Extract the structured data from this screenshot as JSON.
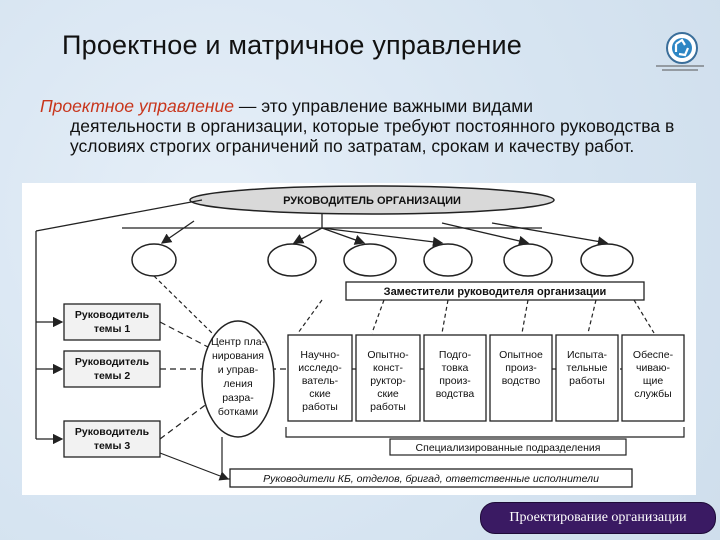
{
  "title": "Проектное и матричное управление",
  "definition": {
    "term": "Проектное управление",
    "dash_text": " — это управление важными видами",
    "continuation": "деятельности в организации, которые требуют постоянного руководства в условиях строгих ограничений по затратам, срокам и качеству работ."
  },
  "diagram": {
    "head": "РУКОВОДИТЕЛЬ ОРГАНИЗАЦИИ",
    "deputies": "Заместители руководителя организации",
    "topic_leaders": [
      [
        "Руководитель",
        "темы 1"
      ],
      [
        "Руководитель",
        "темы 2"
      ],
      [
        "Руководитель",
        "темы 3"
      ]
    ],
    "center": [
      "Центр пла-",
      "нирования",
      "и управ-",
      "ления",
      "разра-",
      "ботками"
    ],
    "units": [
      [
        "Научно-",
        "исследо-",
        "ватель-",
        "ские",
        "работы"
      ],
      [
        "Опытно-",
        "конст-",
        "руктор-",
        "ские",
        "работы"
      ],
      [
        "Подго-",
        "товка",
        "произ-",
        "водства"
      ],
      [
        "Опытное",
        "произ-",
        "водство"
      ],
      [
        "Испыта-",
        "тельные",
        "работы"
      ],
      [
        "Обеспе-",
        "чиваю-",
        "щие",
        "службы"
      ]
    ],
    "specialized": "Специализированные подразделения",
    "executors": "Руководители КБ, отделов, бригад, ответственные исполнители"
  },
  "banner": "Проектирование организации",
  "colors": {
    "accent": "#c8361d",
    "banner": "#3a1a63",
    "background": "#dbe8f3"
  },
  "logo_icon": "recycle-gear-icon"
}
